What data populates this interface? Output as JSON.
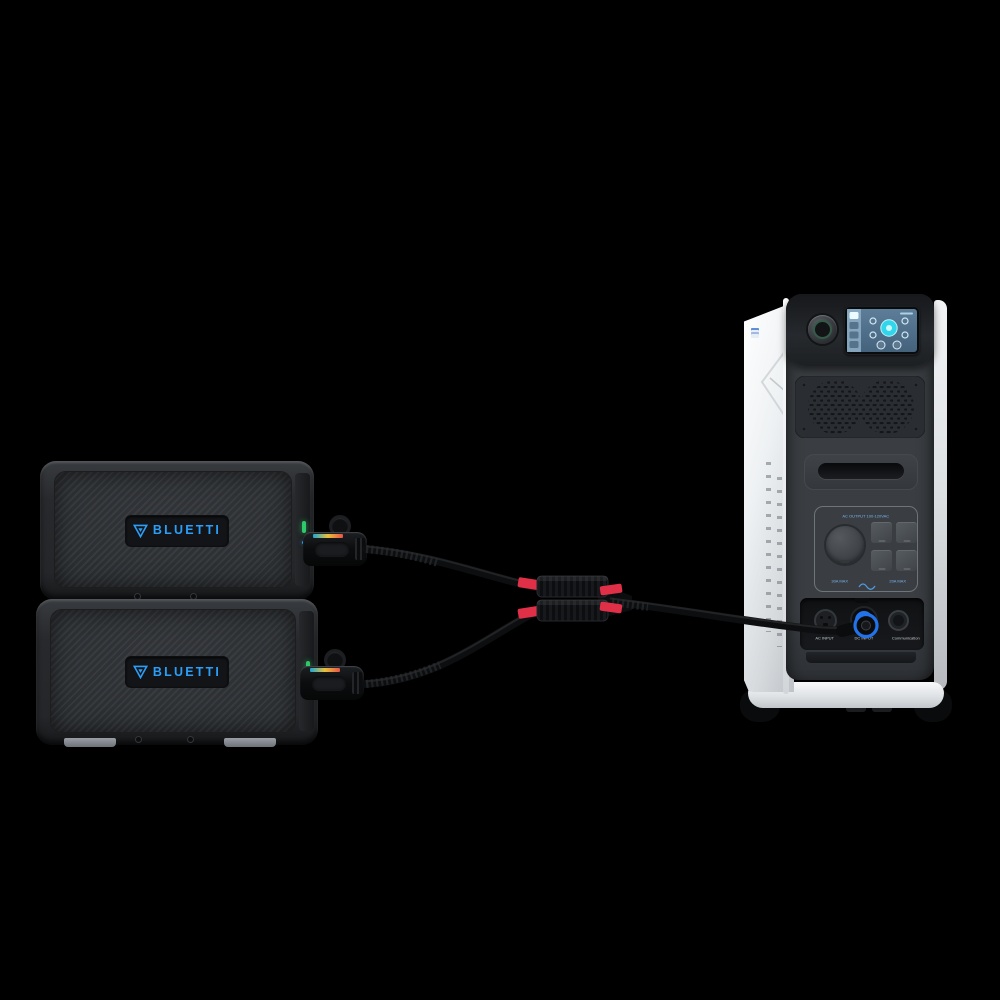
{
  "scene": {
    "background_color": "#000000"
  },
  "brand": {
    "name": "BLUETTI",
    "accent_blue": "#2B9FF8"
  },
  "batteries": {
    "top": {
      "logo_text": "BLUETTI"
    },
    "bottom": {
      "logo_text": "BLUETTI"
    }
  },
  "power_station": {
    "ac_output_panel": {
      "title": "AC OUTPUT 100-120VAC",
      "left_outlet_label": "30A MAX",
      "right_outlet_label": "20A MAX"
    },
    "input_panel": {
      "ac_input_label": "AC INPUT",
      "dc_input_label": "DC INPUT",
      "comm_label": "Communication"
    }
  },
  "colors": {
    "battery_body": "#2A2D30",
    "battery_plaque": "#121417",
    "station_front": "#35383C",
    "station_side_white": "#EEF1F3",
    "cable_black": "#0D0E10",
    "mc4_clip_red": "#E03048",
    "dc_ring_blue": "#2273EA",
    "screen_bg": "#51718D",
    "screen_accent": "#2FD6EC",
    "led_green": "#2EC96A"
  }
}
